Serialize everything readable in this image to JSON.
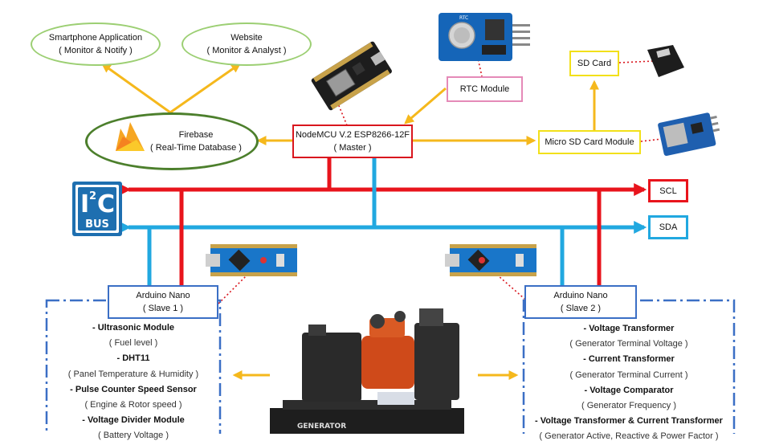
{
  "nodes": {
    "smartphone": {
      "title": "Smartphone Application",
      "sub": "( Monitor & Notify )"
    },
    "website": {
      "title": "Website",
      "sub": "( Monitor & Analyst )"
    },
    "firebase": {
      "title": "Firebase",
      "sub": "( Real-Time Database )"
    },
    "nodemcu": {
      "title": "NodeMCU V.2 ESP8266-12F",
      "sub": "( Master )"
    },
    "rtc": {
      "title": "RTC Module"
    },
    "rtc_chip_label": "RTC",
    "sdcard": {
      "title": "SD Card"
    },
    "microsd": {
      "title": "Micro SD Card Module"
    },
    "scl": {
      "title": "SCL"
    },
    "sda": {
      "title": "SDA"
    },
    "nano1": {
      "title": "Arduino Nano",
      "sub": "( Slave 1 )"
    },
    "nano2": {
      "title": "Arduino Nano",
      "sub": "( Slave 2 )"
    }
  },
  "i2c_logo": {
    "text": "I",
    "sup": "2",
    "tail": "C",
    "bus": "BUS"
  },
  "generator_label": "GENERATOR",
  "slave1_sensors": [
    {
      "name": "- Ultrasonic Module",
      "desc": "( Fuel level )"
    },
    {
      "name": "- DHT11",
      "desc": "( Panel Temperature & Humidity )"
    },
    {
      "name": "- Pulse Counter Speed Sensor",
      "desc": "( Engine & Rotor speed )"
    },
    {
      "name": "- Voltage Divider Module",
      "desc": "( Battery Voltage )"
    }
  ],
  "slave2_sensors": [
    {
      "name": "- Voltage Transformer",
      "desc": "( Generator Terminal Voltage )"
    },
    {
      "name": "- Current Transformer",
      "desc": "( Generator Terminal Current )"
    },
    {
      "name": "- Voltage Comparator",
      "desc": "( Generator Frequency )"
    },
    {
      "name": "- Voltage Transformer & Current Transformer",
      "desc": "( Generator Active, Reactive & Power Factor )"
    }
  ],
  "colors": {
    "scl": "#e8141c",
    "sda": "#21a8e0",
    "arrow": "#f5b81c",
    "ellipse": "#9ccf73",
    "firebase": "#4c7f2c",
    "master": "#d9161e",
    "rtc": "#e58ab8",
    "sd": "#f2e01a",
    "bus": "#3b6fc5",
    "dotted": "#d9161e"
  }
}
